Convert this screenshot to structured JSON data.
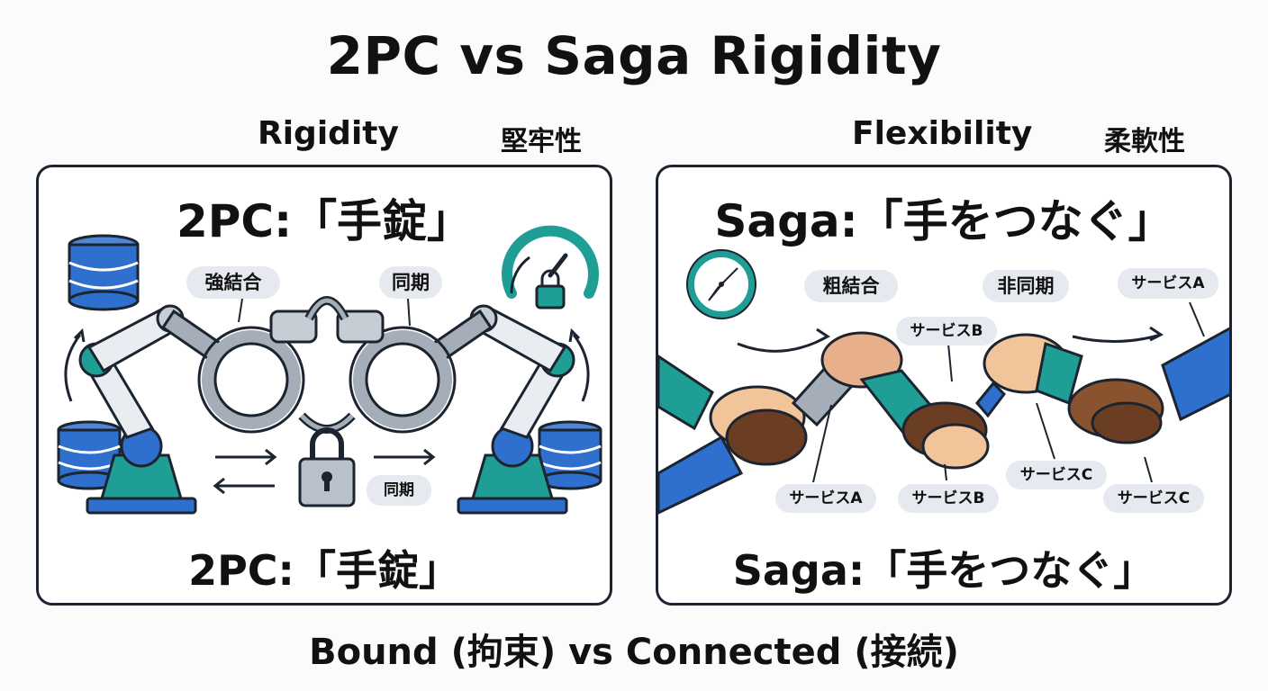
{
  "title": "2PC vs Saga Rigidity",
  "left": {
    "heading": "Rigidity",
    "heading_jp": "堅牢性",
    "panel_title": "2PC:「手錠」",
    "labels": {
      "tight_coupling": "強結合",
      "sync_top": "同期",
      "sync_bottom": "同期"
    },
    "bottom_title": "2PC:「手錠」"
  },
  "right": {
    "heading": "Flexibility",
    "heading_jp": "柔軟性",
    "panel_title": "Saga:「手をつなぐ」",
    "labels": {
      "loose_coupling": "粗結合",
      "async": "非同期",
      "svc_a_top": "サービスA",
      "svc_b_top": "サービスB",
      "svc_a_bottom": "サービスA",
      "svc_b_bottom": "サービスB",
      "svc_c_mid": "サービスC",
      "svc_c_bottom": "サービスC"
    },
    "bottom_title": "Saga:「手をつなぐ」"
  },
  "footer": "Bound (拘束) vs Connected (接続)",
  "colors": {
    "border": "#1c2430",
    "blue": "#2f6fce",
    "teal": "#1f9e96",
    "steel": "#a4adb8",
    "pill_bg": "#e6e9ef"
  },
  "icons": [
    "database-icon",
    "robot-arm-icon",
    "handcuffs-icon",
    "padlock-icon",
    "gauge-lock-icon",
    "compass-icon",
    "handshake-icon",
    "arrow-icon"
  ]
}
